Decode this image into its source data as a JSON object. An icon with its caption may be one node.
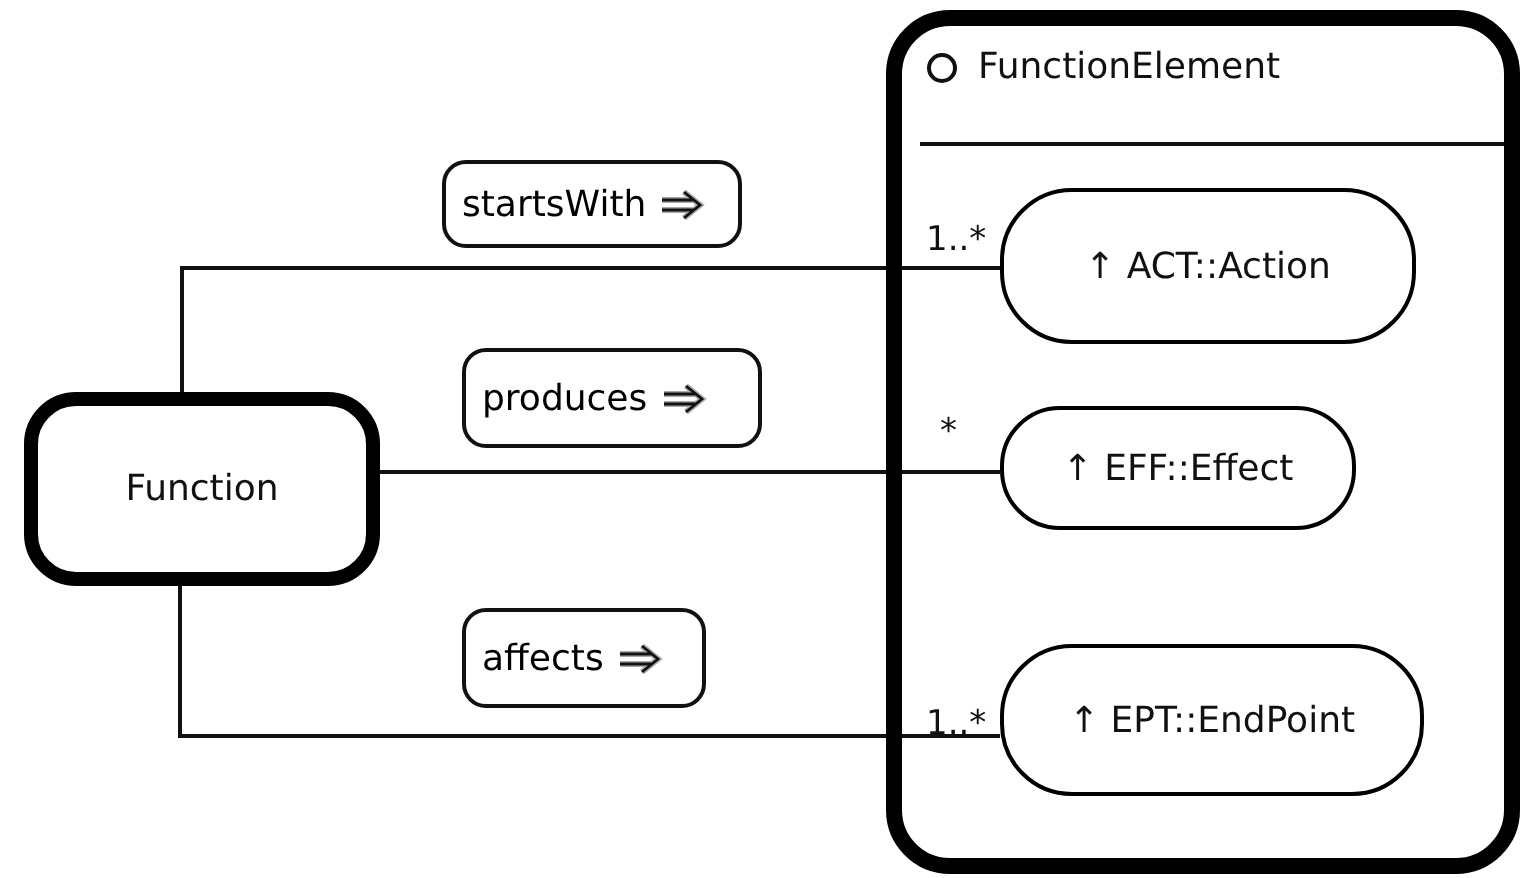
{
  "diagram": {
    "nodes": [
      {
        "text": [
          "Function"
        ]
      },
      {
        "text": [
          "FunctionElement"
        ]
      },
      {
        "text": [
          "↑ ACT::Action"
        ],
        "in": 1
      },
      {
        "text": [
          "↑ EFF::Effect"
        ],
        "in": 1
      },
      {
        "text": [
          "↑ EPT::EndPoint"
        ],
        "in": 1
      }
    ],
    "edges": [
      {
        "from": 0,
        "to": 2,
        "arrow": "none",
        "label": "startsWith"
      },
      {
        "from": 0,
        "to": 3,
        "arrow": "none",
        "label": "produces"
      },
      {
        "from": 0,
        "to": 4,
        "arrow": "none",
        "label": "affects"
      }
    ],
    "labels": [
      "1..*",
      "*",
      "1..*"
    ]
  }
}
